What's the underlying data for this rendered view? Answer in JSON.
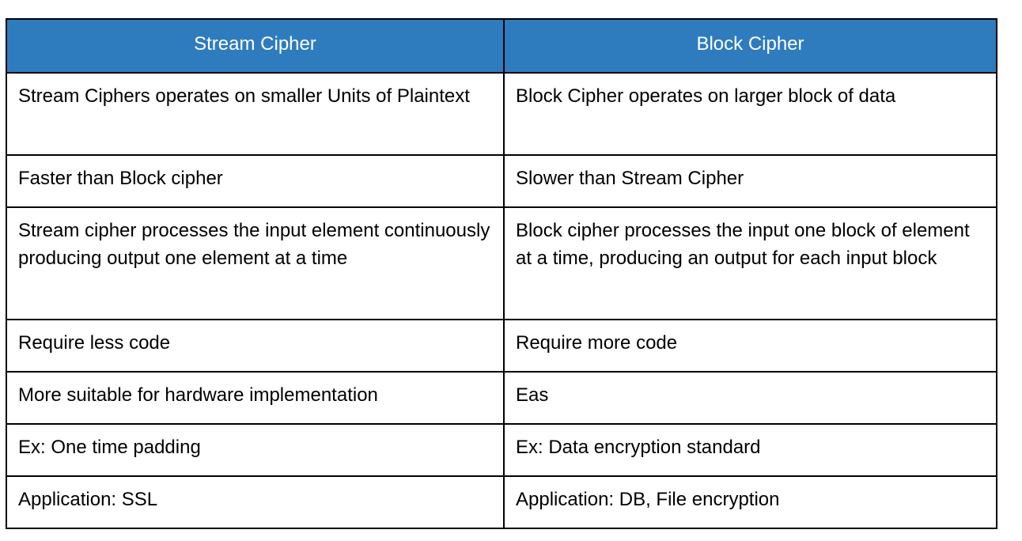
{
  "table": {
    "headers": [
      {
        "label": "Stream Cipher"
      },
      {
        "label": "Block Cipher"
      }
    ],
    "rows": [
      {
        "left": "Stream Ciphers operates on smaller Units of Plaintext",
        "right": "Block Cipher operates on larger block of data"
      },
      {
        "left": "Faster than Block cipher",
        "right": "Slower than Stream Cipher"
      },
      {
        "left": "Stream cipher processes the input element continuously producing output one element at a time",
        "right": "Block cipher processes the input one block of element at a time, producing an output for each input block"
      },
      {
        "left": "Require less code",
        "right": "Require more code"
      },
      {
        "left": "More suitable for hardware implementation",
        "right": "Eas"
      },
      {
        "left": "Ex: One time padding",
        "right": "Ex: Data encryption standard"
      },
      {
        "left": "Application: SSL",
        "right": "Application: DB, File encryption"
      }
    ],
    "colors": {
      "header_background": "#2e7cbe",
      "header_text": "#ffffff",
      "border": "#000000",
      "cell_background": "#ffffff",
      "cell_text": "#000000"
    }
  }
}
